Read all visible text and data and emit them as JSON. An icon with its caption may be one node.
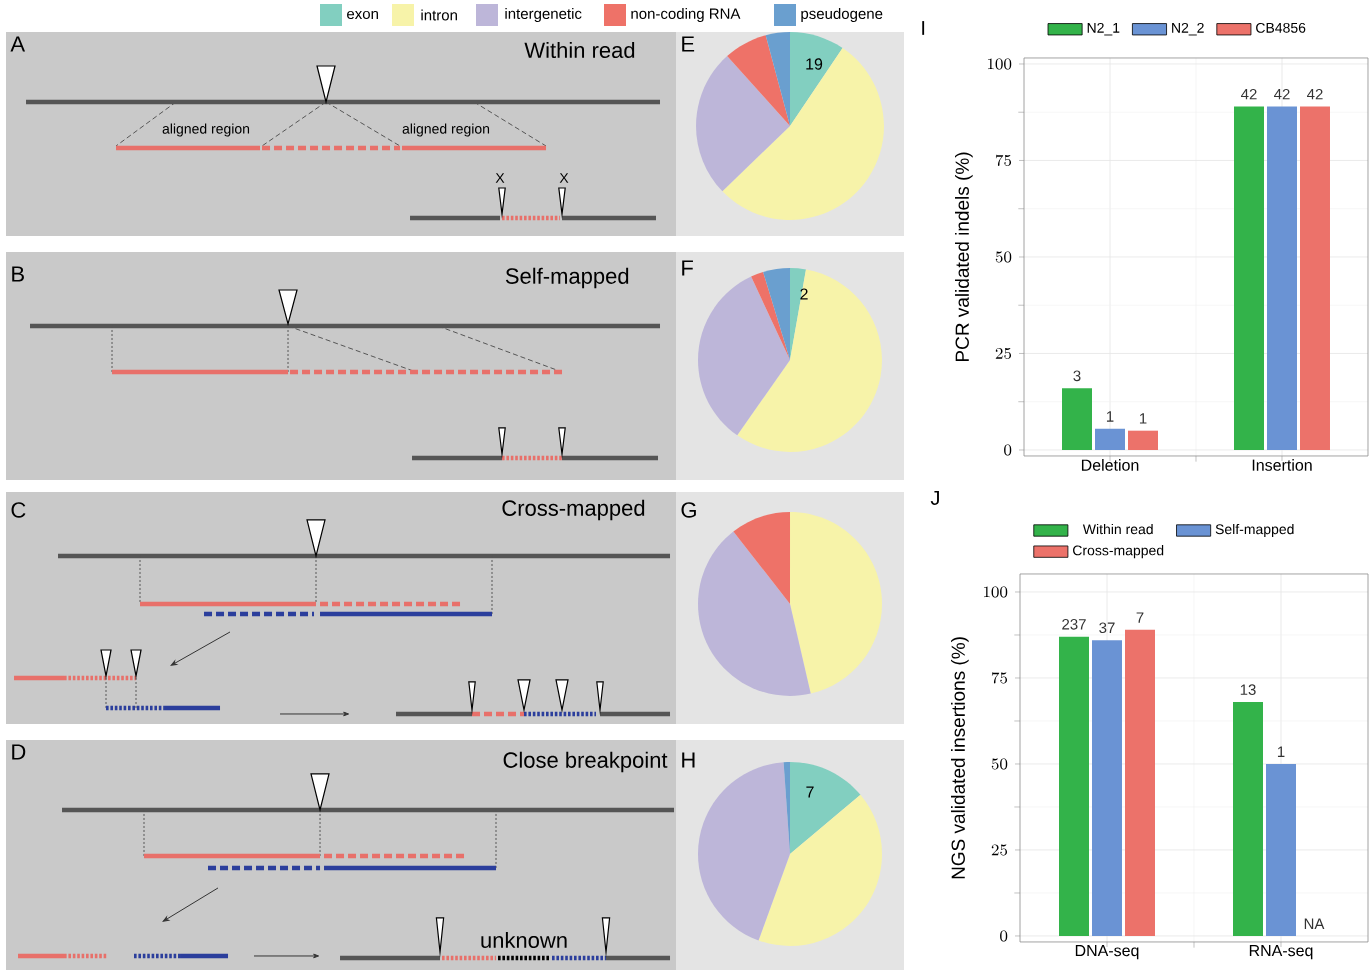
{
  "diagram": {
    "labels": [
      "A",
      "Within read",
      "aligned region",
      "aligned region",
      "X",
      "X",
      "B",
      "Self-mapped",
      "C",
      "Cross-mapped",
      "D",
      "Close breakpoint",
      "unknown",
      "E",
      "19",
      "F",
      "2",
      "G",
      "H",
      "7",
      "I",
      "J"
    ],
    "legend": [
      {
        "text": "exon",
        "color": "#82cfc0"
      },
      {
        "text": "intron",
        "color": "#f7f3a9"
      },
      {
        "text": "intergenetic",
        "color": "#bdb6d9"
      },
      {
        "text": "non-coding RNA",
        "color": "#ee7268"
      },
      {
        "text": "pseudogene",
        "color": "#6a9fcf"
      }
    ],
    "chart_data": [
      {
        "type": "bar",
        "ylabel": "PCR validated indels (%)",
        "categories": [
          "Deletion",
          "Insertion"
        ],
        "ylim": [
          0,
          100
        ],
        "yticks": [
          0,
          25,
          50,
          75,
          100
        ],
        "grid": true,
        "legend": "top",
        "series": [
          {
            "name": "N2_1",
            "color": "#33b34a",
            "values": [
              16,
              89
            ]
          },
          {
            "name": "N2_2",
            "color": "#6a93d4",
            "values": [
              5.5,
              89
            ]
          },
          {
            "name": "CB4856",
            "color": "#ec726a",
            "values": [
              5,
              89
            ]
          }
        ],
        "annotations": [
          "3",
          "42",
          "1",
          "42",
          "1",
          "42"
        ]
      },
      {
        "type": "bar",
        "ylabel": "NGS validated insertions (%)",
        "categories": [
          "DNA-seq",
          "RNA-seq"
        ],
        "ylim": [
          0,
          100
        ],
        "yticks": [
          0,
          25,
          50,
          75,
          100
        ],
        "grid": true,
        "legend": "top",
        "series": [
          {
            "name": "Within read",
            "color": "#33b34a",
            "values": [
              87,
              68
            ]
          },
          {
            "name": "Self-mapped",
            "color": "#6a93d4",
            "values": [
              86,
              50
            ]
          },
          {
            "name": "Cross-mapped",
            "color": "#ec726a",
            "values": [
              89,
              null
            ]
          }
        ],
        "annotations": [
          "237",
          "13",
          "37",
          "1",
          "7",
          "NA"
        ]
      }
    ]
  }
}
